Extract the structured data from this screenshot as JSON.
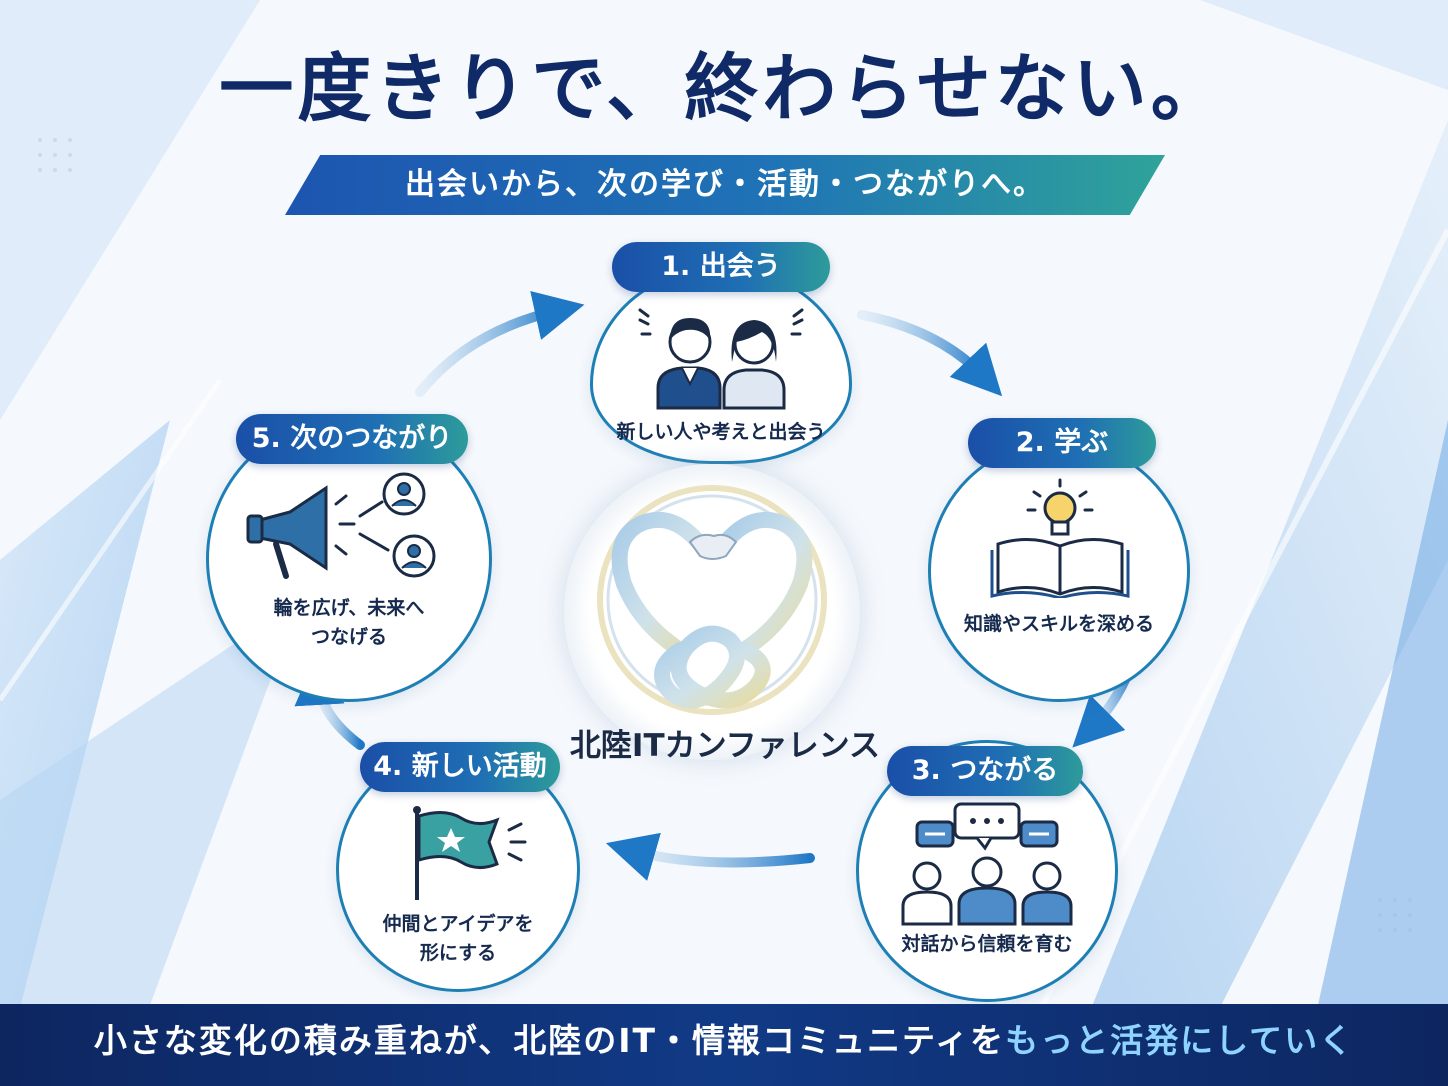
{
  "headline": "一度きりで、終わらせない。",
  "subheadline": "出会いから、次の学び・活動・つながりへ。",
  "steps": [
    {
      "label": "1. 出会う",
      "caption": "新しい人や考えと出会う",
      "icon": "two-people-icon"
    },
    {
      "label": "2. 学ぶ",
      "caption": "知識やスキルを深める",
      "icon": "book-lightbulb-icon"
    },
    {
      "label": "3. つながる",
      "caption": "対話から信頼を育む",
      "icon": "conversation-group-icon"
    },
    {
      "label": "4. 新しい活動",
      "caption_line1": "仲間とアイデアを",
      "caption_line2": "形にする",
      "icon": "star-flag-icon"
    },
    {
      "label": "5. 次のつながり",
      "caption_line1": "輪を広げ、未来へ",
      "caption_line2": "つなげる",
      "icon": "megaphone-icon"
    }
  ],
  "logo": {
    "name": "北陸ITカンファレンス",
    "icon": "handshake-heart-knot-icon"
  },
  "footer": {
    "text_main": "小さな変化の積み重ねが、北陸のIT・情報コミュニティを",
    "text_highlight": "もっと活発にしていく"
  },
  "colors": {
    "navy": "#0f2a66",
    "blue": "#1d55b0",
    "teal": "#2fa39a",
    "highlight": "#8fd4ff"
  }
}
